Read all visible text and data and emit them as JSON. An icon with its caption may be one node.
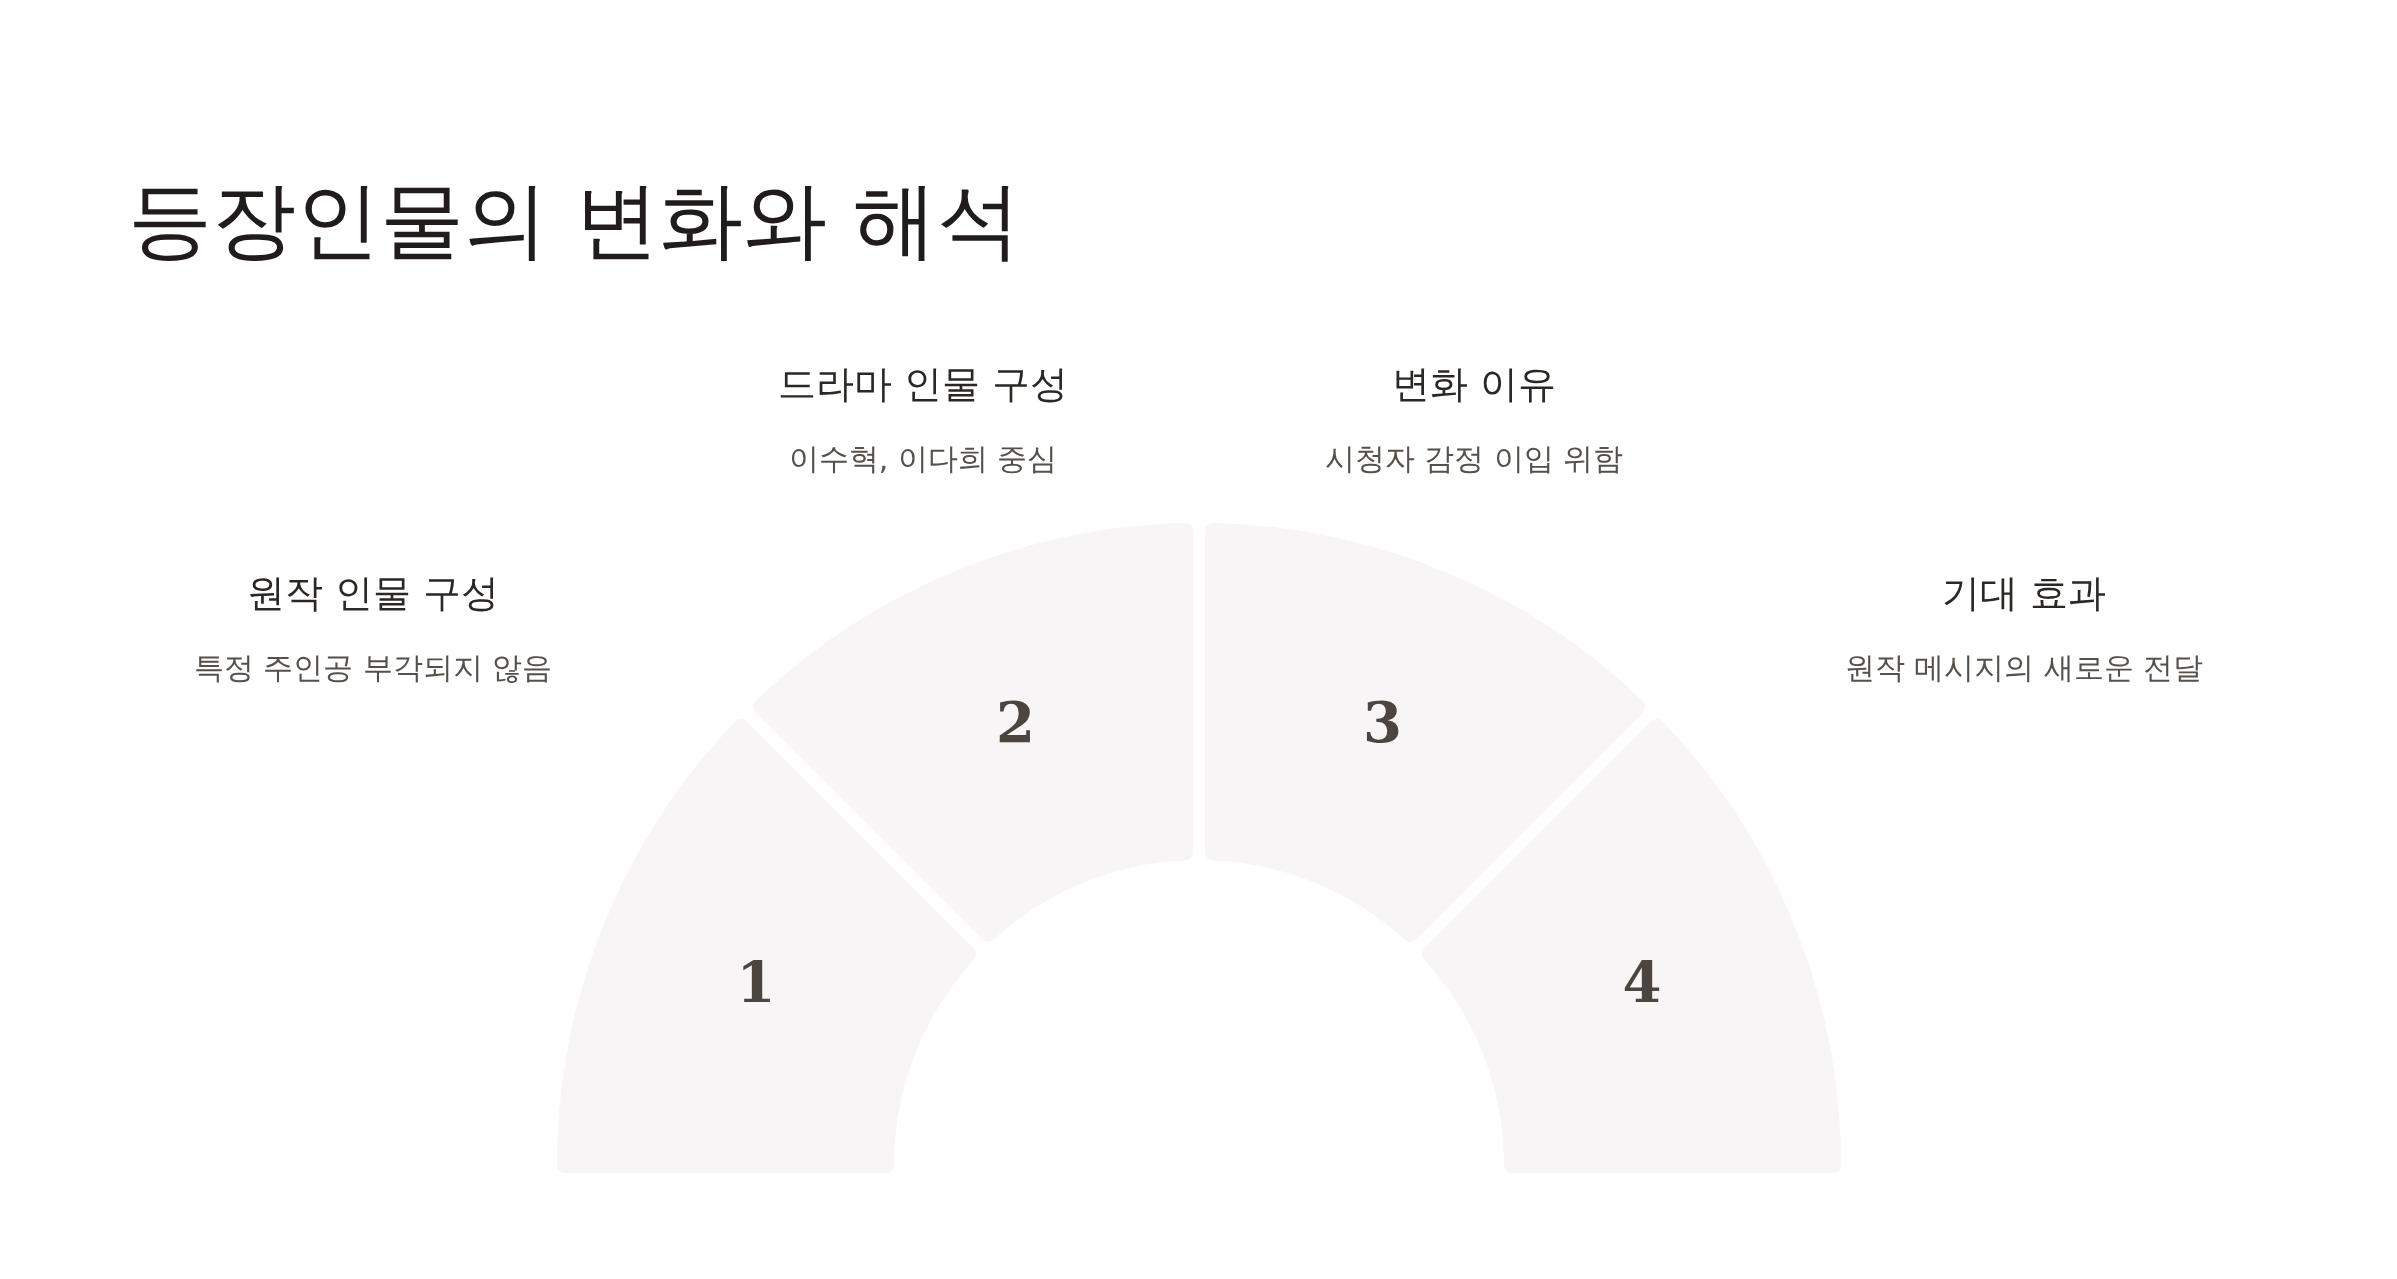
{
  "diagram": {
    "title": "등장인물의 변화와 해석",
    "nodes": [
      {
        "text": [
          "1"
        ],
        "beside": [
          "원작 인물 구성",
          "특정 주인공 부각되지 않음"
        ]
      },
      {
        "text": [
          "2"
        ],
        "beside": [
          "드라마 인물 구성",
          "이수혁, 이다희 중심"
        ]
      },
      {
        "text": [
          "3"
        ],
        "beside": [
          "변화 이유",
          "시청자 감정 이입 위함"
        ]
      },
      {
        "text": [
          "4"
        ],
        "beside": [
          "기대 효과",
          "원작 메시지의 새로운 전달"
        ]
      }
    ]
  }
}
